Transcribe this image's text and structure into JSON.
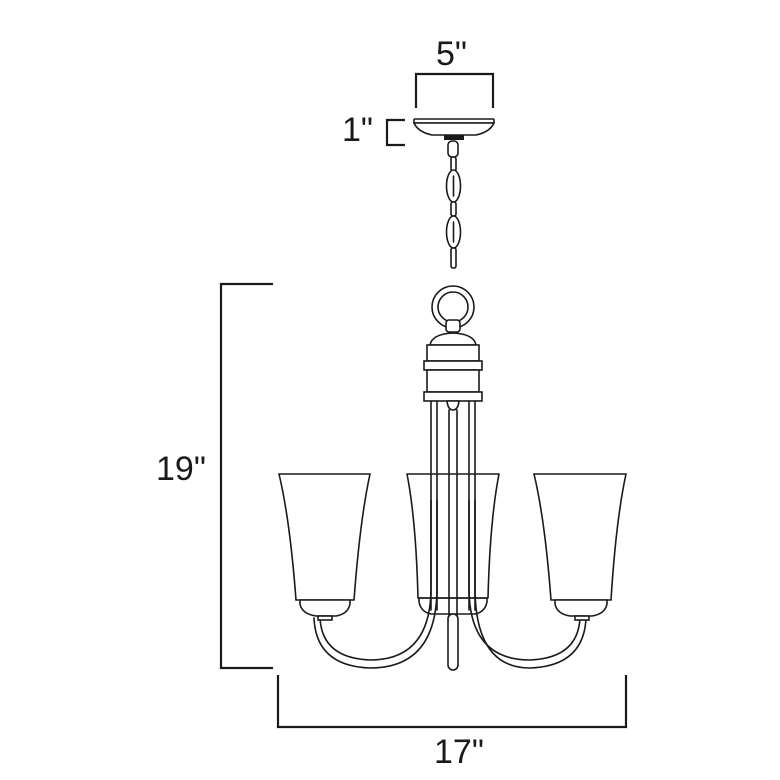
{
  "diagram": {
    "subject": "3-light chandelier dimension drawing",
    "dimensions": {
      "canopy_width": "5\"",
      "canopy_height": "1\"",
      "fixture_height": "19\"",
      "fixture_width": "17\""
    },
    "colors": {
      "line": "#1a1a1a",
      "background": "#ffffff"
    }
  }
}
